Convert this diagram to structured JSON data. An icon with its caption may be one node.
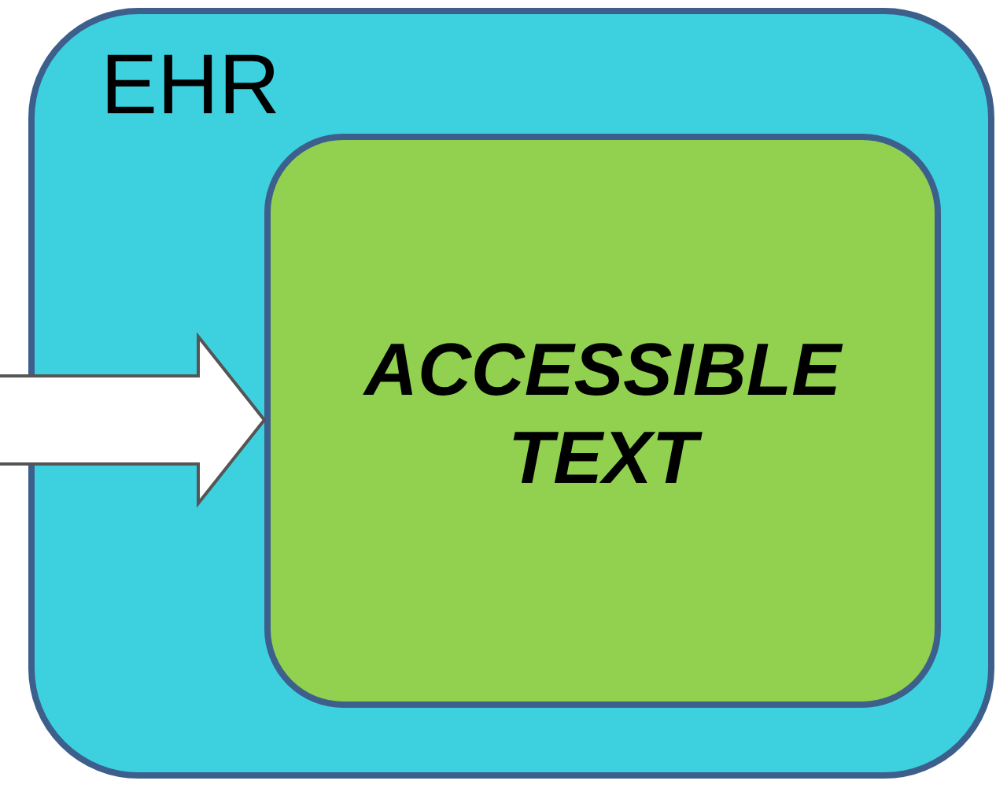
{
  "diagram": {
    "nodes": [
      {
        "text": [
          "EHR"
        ]
      },
      {
        "text": [
          "ACCESSIBLE TEXT"
        ],
        "in": 0
      }
    ],
    "edges": [
      {
        "from": null,
        "to": 1,
        "arrow": "to"
      }
    ]
  }
}
